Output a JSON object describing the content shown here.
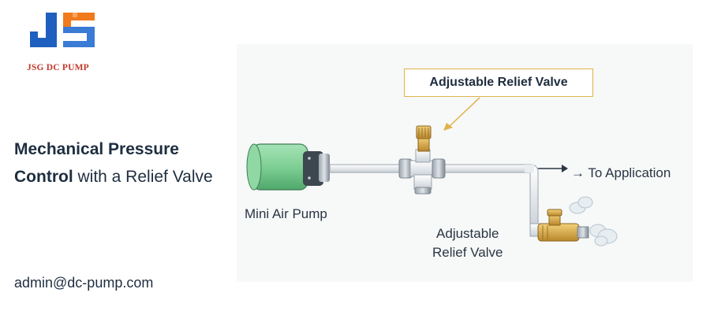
{
  "brand": {
    "logo_text": "JSG DC PUMP",
    "colors": {
      "blue": "#1f5fbf",
      "orange": "#f07a1c",
      "red": "#c0392b"
    }
  },
  "headline": {
    "bold_part": "Mechanical Pressure Control",
    "rest": " with a Relief Valve"
  },
  "contact": {
    "email": "admin@dc-pump.com"
  },
  "diagram": {
    "callout_label": "Adjustable Relief Valve",
    "pump_label": "Mini Air Pump",
    "application_label": "→ To Application",
    "relief_label_line1": "Adjustable",
    "relief_label_line2": "Relief Valve",
    "colors": {
      "pump_body": "#7ecf95",
      "pipe": "#dfe4e8",
      "brass": "#d8a93a",
      "callout_border": "#e0b34a"
    }
  }
}
